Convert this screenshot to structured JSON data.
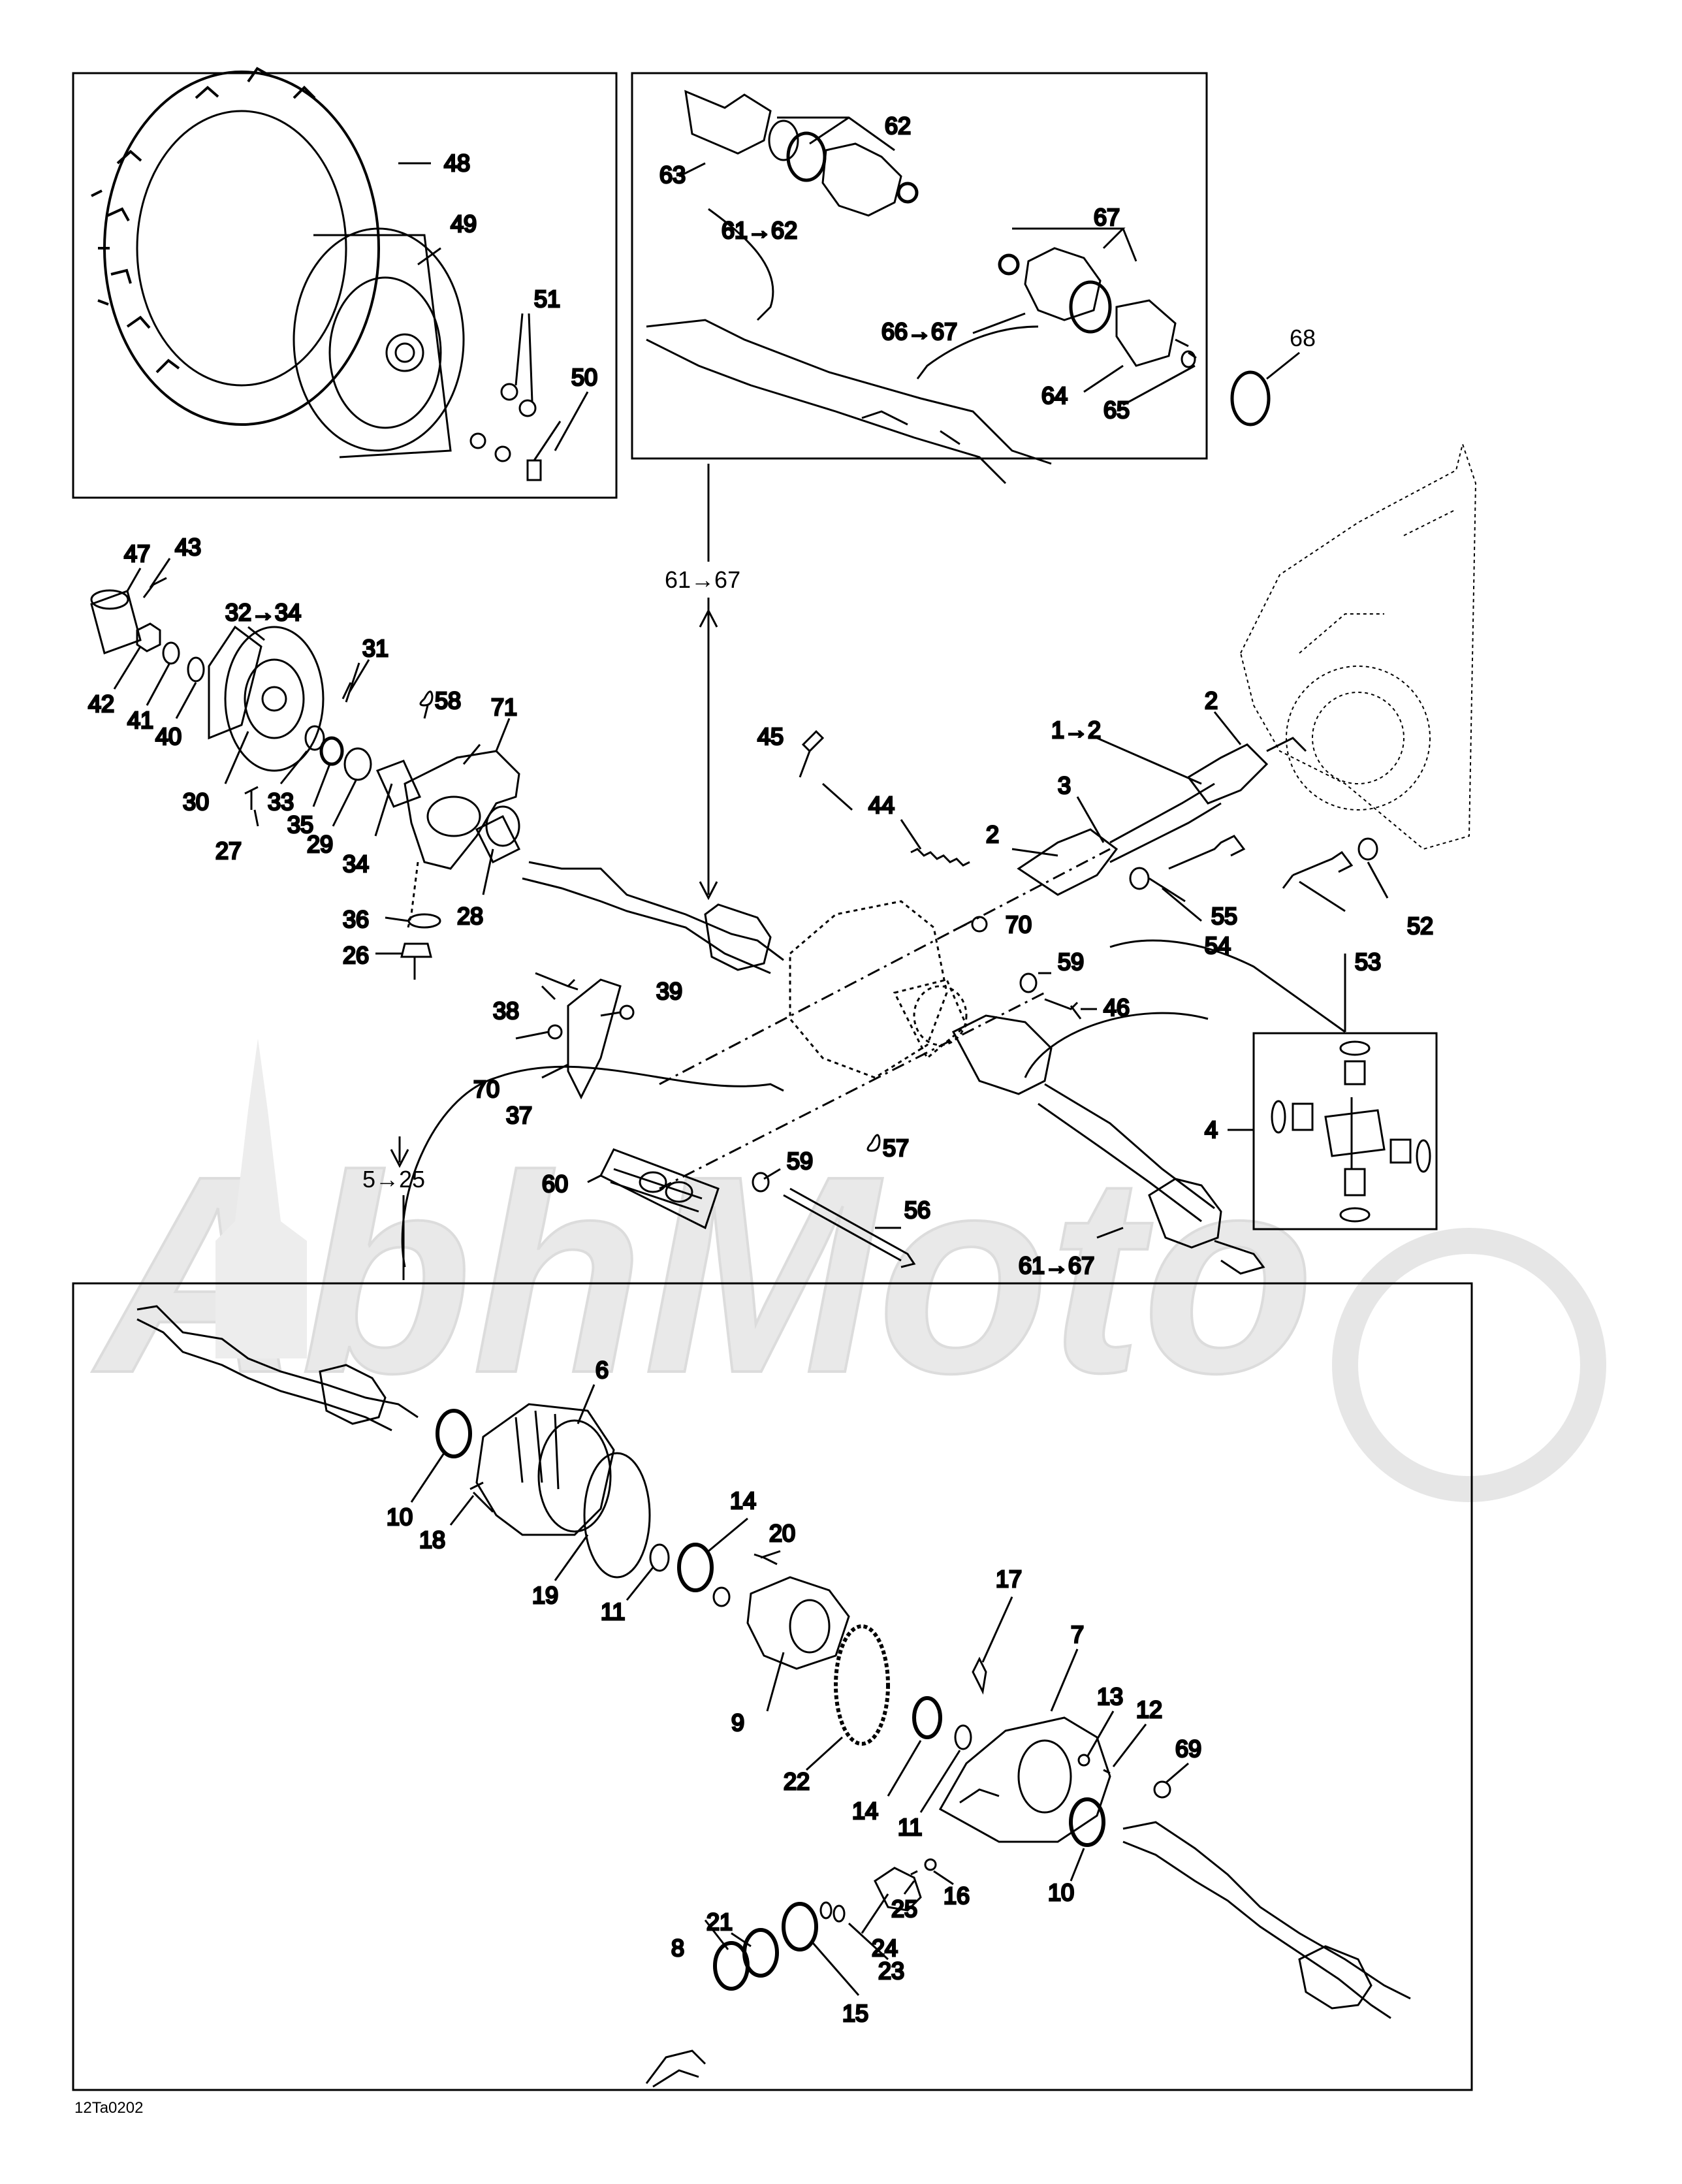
{
  "figure_ref": "12Ta0202",
  "watermark": "AbhMoto",
  "callouts": [
    "48",
    "49",
    "51",
    "50",
    "62",
    "63",
    "61→62",
    "67",
    "66→67",
    "64",
    "65",
    "68",
    "61→67",
    "47",
    "43",
    "32→34",
    "31",
    "58",
    "71",
    "42",
    "41",
    "40",
    "30",
    "33",
    "35",
    "29",
    "27",
    "34",
    "28",
    "36",
    "26",
    "45",
    "1→2",
    "2",
    "3",
    "44",
    "2",
    "70",
    "59",
    "46",
    "38",
    "39",
    "55",
    "54",
    "52",
    "53",
    "70",
    "37",
    "57",
    "59",
    "60",
    "56",
    "61→67",
    "4",
    "5→25",
    "6",
    "14",
    "20",
    "10",
    "18",
    "19",
    "11",
    "17",
    "7",
    "9",
    "22",
    "13",
    "12",
    "69",
    "14",
    "11",
    "10",
    "16",
    "25",
    "21",
    "8",
    "24",
    "23",
    "15"
  ],
  "colors": {
    "line": "#000000",
    "watermark": "#e6e6e6"
  }
}
